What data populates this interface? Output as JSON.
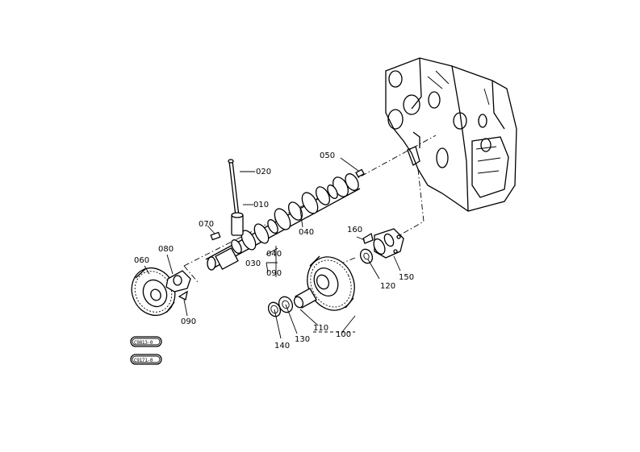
{
  "callouts": {
    "c010": "010",
    "c020": "020",
    "c030": "030",
    "c040": "040",
    "c050": "050",
    "c060": "060",
    "c070": "070",
    "c080": "080",
    "c090a": "090",
    "c090b": "090",
    "c100": "100",
    "c110": "110",
    "c120": "120",
    "c130": "130",
    "c140": "140",
    "c150": "150",
    "c160": "160",
    "c040b": "040"
  },
  "stamps": {
    "top": "C9813-0",
    "bottom": "C9171-0"
  },
  "colors": {
    "ink": "#000000",
    "paper": "#ffffff"
  }
}
